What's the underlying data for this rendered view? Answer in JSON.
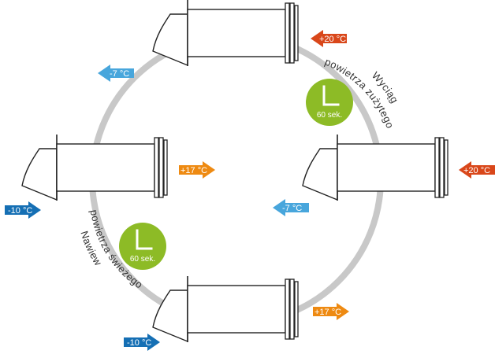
{
  "colors": {
    "ring": "#c8c8c8",
    "stroke": "#222222",
    "hot": "#d9471a",
    "warm": "#ee8a12",
    "cold": "#48a6dc",
    "cold_dark": "#156fb4",
    "timer": "#8dbb26"
  },
  "arrows": {
    "top_right_in": "+20 °C",
    "top_left_out": "-7 °C",
    "left_supply_out": "+17 °C",
    "left_intake": "-10 °C",
    "right_in": "+20 °C",
    "right_out": "-7 °C",
    "bottom_intake": "-10 °C",
    "bottom_out": "+17 °C"
  },
  "labels": {
    "exhaust_line1": "Wyciąg",
    "exhaust_line2": "powietrza zużytego",
    "supply_line1": "Nawiew",
    "supply_line2": "powietrza świeżego"
  },
  "timers": {
    "upper": "60 sek.",
    "lower": "60 sek."
  }
}
